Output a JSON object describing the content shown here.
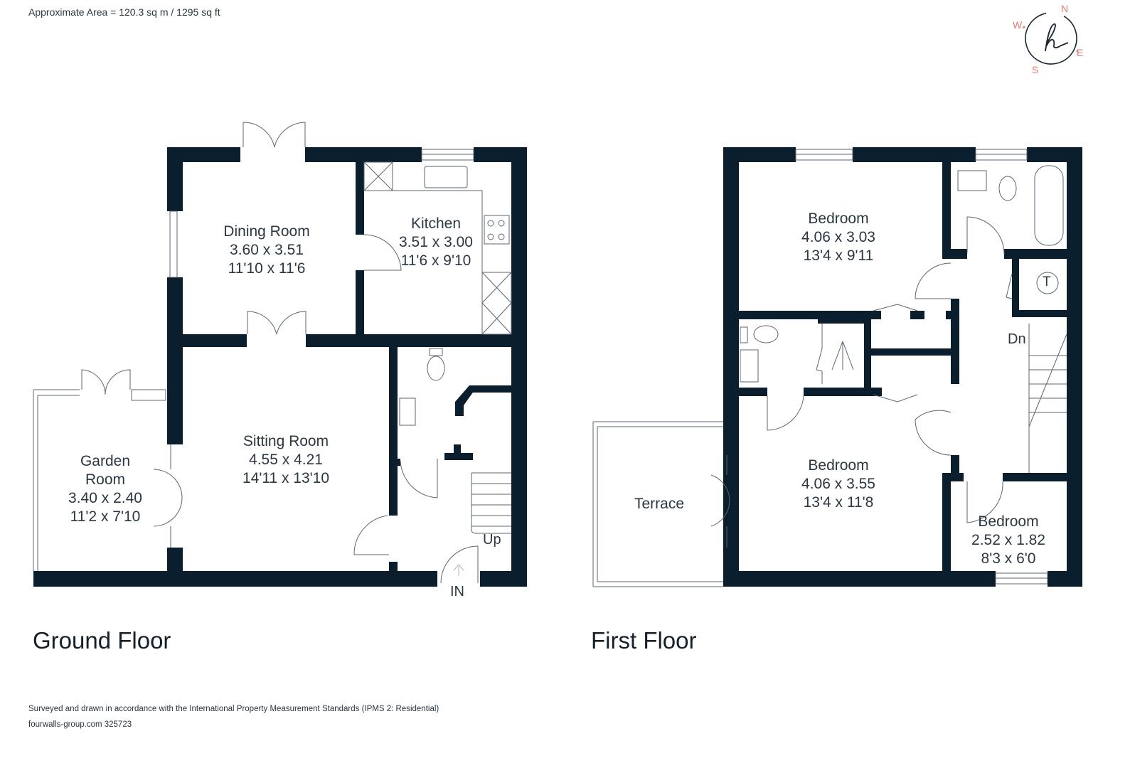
{
  "header": {
    "approx_area": "Approximate Area = 120.3 sq m / 1295 sq ft"
  },
  "compass": {
    "n": "N",
    "e": "E",
    "s": "S",
    "w": "W.",
    "logo_icon": "h-script-logo-icon",
    "accent_color": "#e07a7a"
  },
  "colors": {
    "wall": "#0b1e2d",
    "fixture_line": "#5a6670",
    "text": "#2b3842"
  },
  "ground_floor": {
    "title": "Ground Floor",
    "rooms": [
      {
        "name": "Dining Room",
        "metric": "3.60 x 3.51",
        "imperial": "11'10 x 11'6"
      },
      {
        "name": "Kitchen",
        "metric": "3.51 x 3.00",
        "imperial": "11'6 x 9'10"
      },
      {
        "name": "Sitting Room",
        "metric": "4.55 x 4.21",
        "imperial": "14'11 x 13'10"
      },
      {
        "name": "Garden Room",
        "name2": "Room",
        "name1": "Garden",
        "metric": "3.40 x 2.40",
        "imperial": "11'2 x 7'10"
      }
    ],
    "up_label": "Up",
    "in_label": "IN"
  },
  "first_floor": {
    "title": "First Floor",
    "rooms": [
      {
        "name": "Bedroom",
        "metric": "4.06 x 3.03",
        "imperial": "13'4 x 9'11"
      },
      {
        "name": "Bedroom",
        "metric": "4.06 x 3.55",
        "imperial": "13'4 x 11'8"
      },
      {
        "name": "Bedroom",
        "metric": "2.52 x 1.82",
        "imperial": "8'3 x 6'0"
      },
      {
        "name": "Terrace"
      }
    ],
    "dn_label": "Dn",
    "tank_label": "T"
  },
  "footer": {
    "standards": "Surveyed and drawn in accordance with the International Property Measurement Standards (IPMS 2: Residential)",
    "reference": "fourwalls-group.com 325723"
  }
}
